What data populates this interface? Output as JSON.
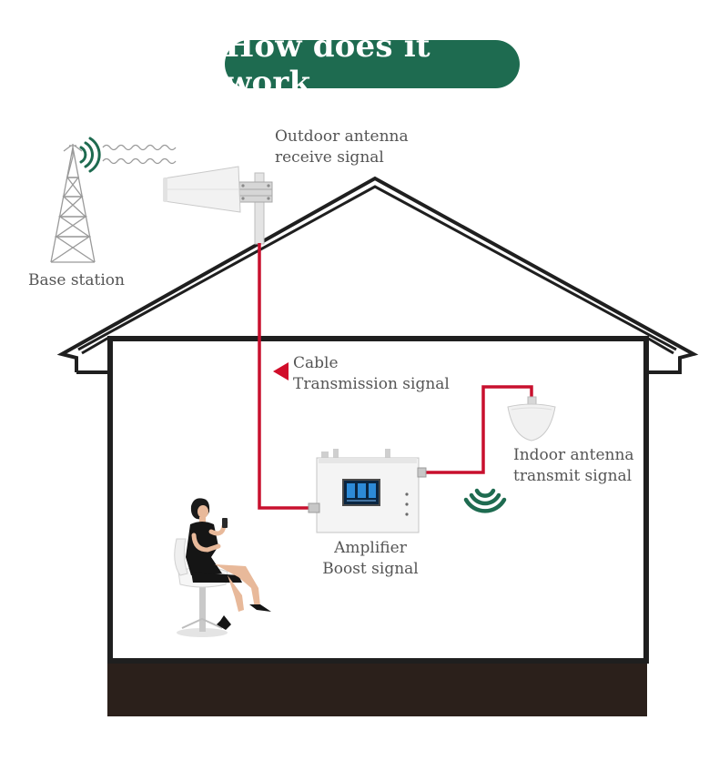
{
  "title": "How does it work",
  "labels": {
    "outdoor_antenna": [
      "Outdoor antenna",
      "receive signal"
    ],
    "base_station": "Base station",
    "cable": [
      "Cable",
      "Transmission signal"
    ],
    "indoor_antenna": [
      "Indoor antenna",
      "transmit signal"
    ],
    "amplifier": [
      "Amplifier",
      "Boost signal"
    ]
  },
  "colors": {
    "title_bg": "#1e6b50",
    "title_text": "#ffffff",
    "cable": "#c8102e",
    "signal_wave": "#1e6b50",
    "house_outline": "#1f1f1f",
    "foundation": "#2b201b",
    "label_text": "#555555"
  },
  "icons": {
    "tower": "lattice-tower-icon",
    "wireless": "wireless-signal-icon",
    "outdoor_antenna": "log-periodic-antenna-icon",
    "indoor_antenna": "ceiling-dome-antenna-icon",
    "amplifier": "signal-booster-icon",
    "person": "woman-on-phone-icon",
    "direction": "arrow-left-triangle-icon"
  }
}
